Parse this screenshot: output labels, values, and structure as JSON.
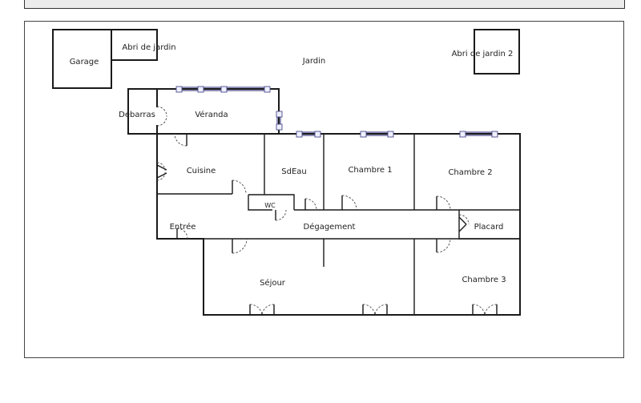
{
  "rooms": {
    "garage": "Garage",
    "abri_jardin": "Abri de jardin",
    "jardin": "Jardin",
    "abri_jardin_2": "Abri de jardin 2",
    "debarras": "Debarras",
    "veranda": "Véranda",
    "cuisine": "Cuisine",
    "sdeau": "SdEau",
    "chambre1": "Chambre 1",
    "chambre2": "Chambre 2",
    "wc": "WC",
    "entree": "Entrée",
    "degagement": "Dégagement",
    "placard": "Placard",
    "sejour": "Séjour",
    "chambre3": "Chambre 3"
  },
  "colors": {
    "wall": "#1a1a1a",
    "window": "#4a4a8a"
  }
}
